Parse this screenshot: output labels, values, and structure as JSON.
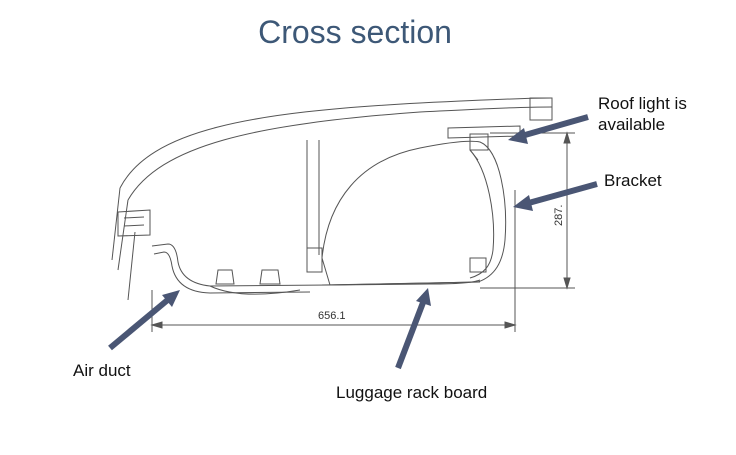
{
  "title": "Cross section",
  "labels": {
    "roof_light": "Roof light is available",
    "bracket": "Bracket",
    "air_duct": "Air duct",
    "luggage_rack_board": "Luggage rack board"
  },
  "dimensions": {
    "width": "656.1",
    "height": "287."
  },
  "colors": {
    "title": "#3d5877",
    "arrow": "#4a5674",
    "line": "#555555"
  }
}
